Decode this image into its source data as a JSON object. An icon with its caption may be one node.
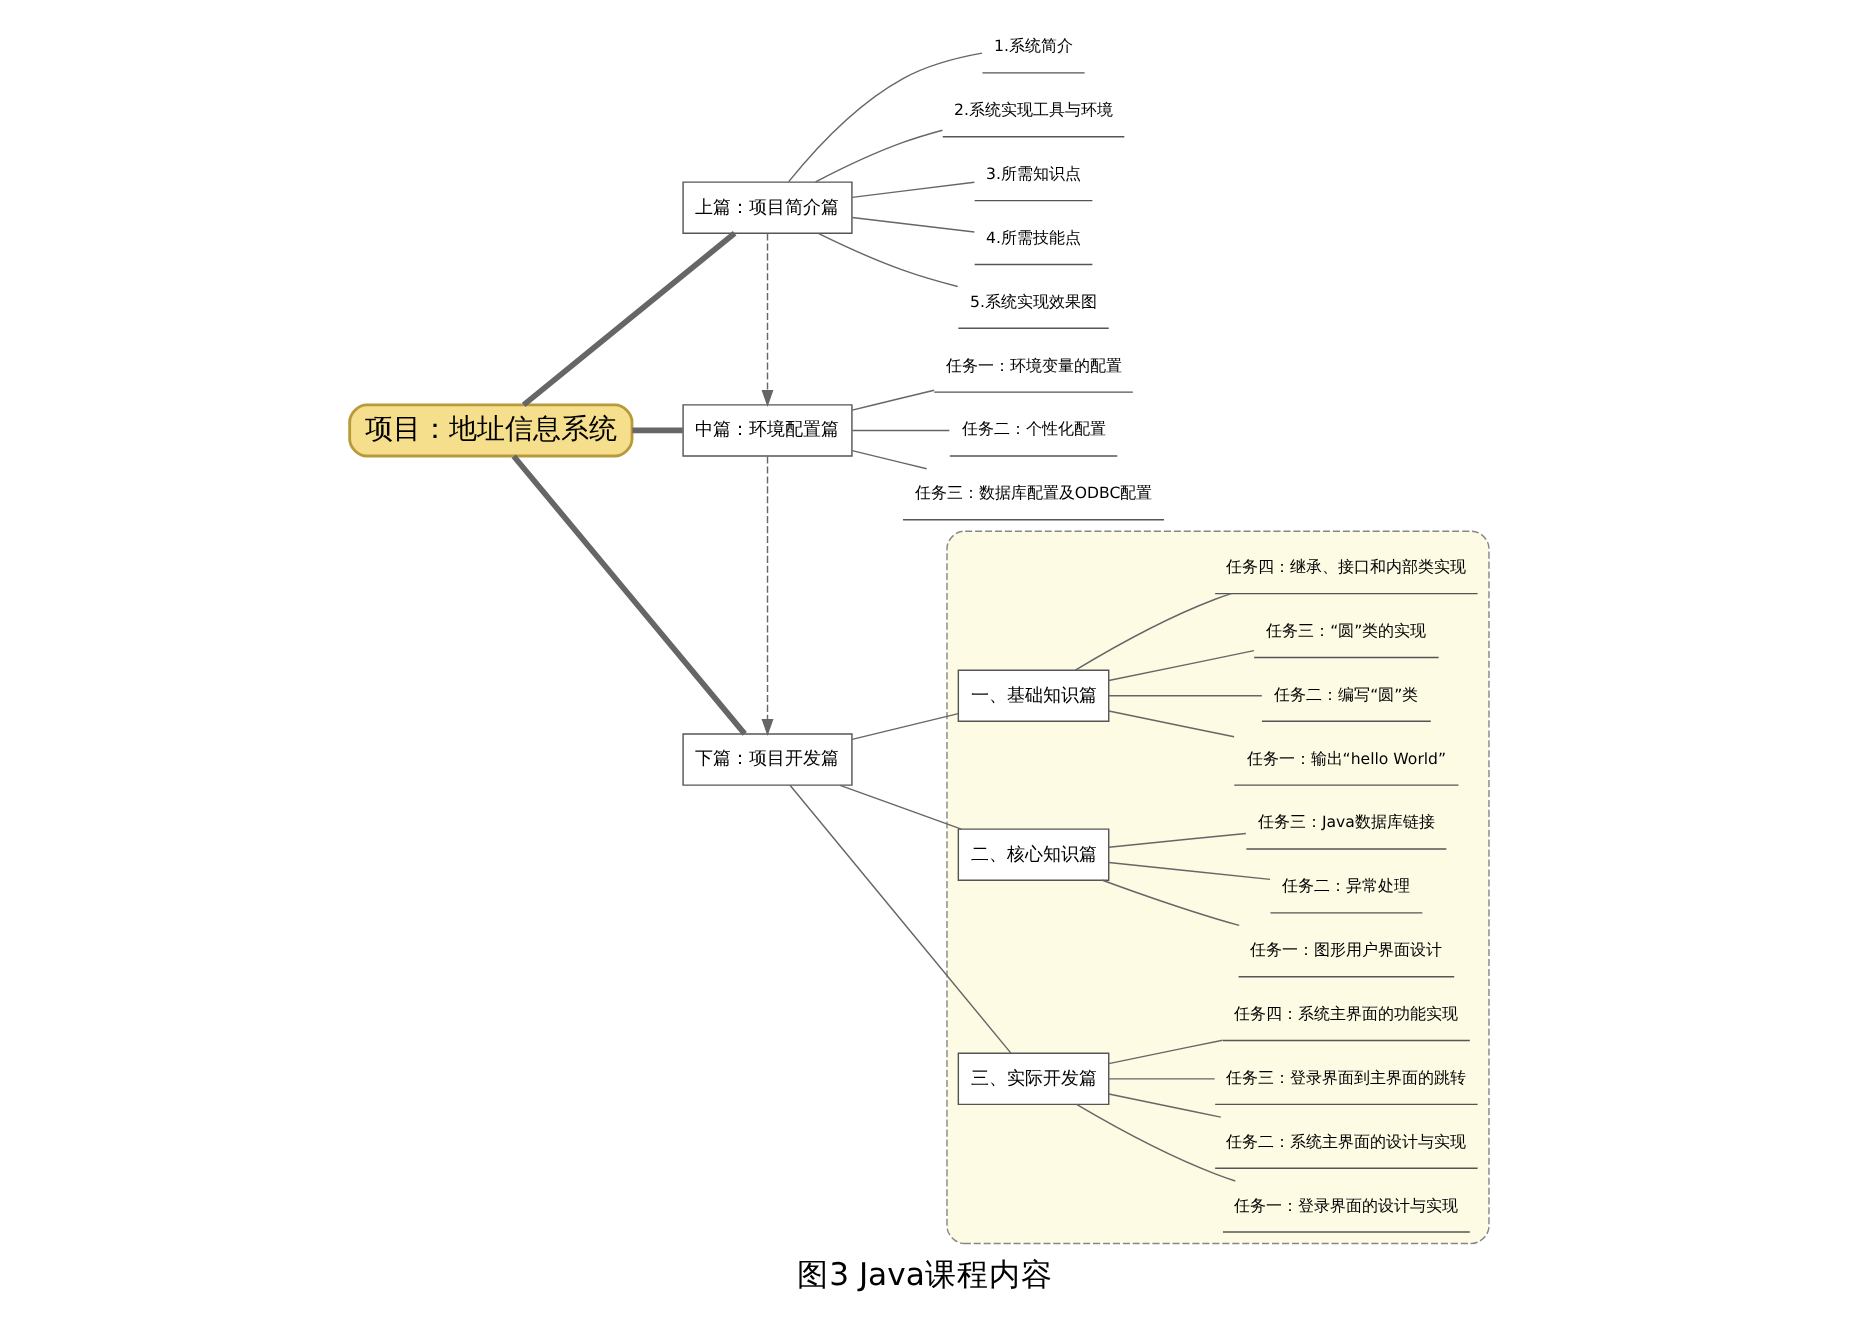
{
  "diagram": {
    "caption": "图3 Java课程内容",
    "nodes": [
      {
        "text": [
          "项目：地址信息系统"
        ]
      },
      {
        "text": [
          "上篇：项目简介篇"
        ]
      },
      {
        "text": [
          "1.系统简介"
        ]
      },
      {
        "text": [
          "2.系统实现工具与环境"
        ]
      },
      {
        "text": [
          "3.所需知识点"
        ]
      },
      {
        "text": [
          "4.所需技能点"
        ]
      },
      {
        "text": [
          "5.系统实现效果图"
        ]
      },
      {
        "text": [
          "中篇：环境配置篇"
        ]
      },
      {
        "text": [
          "任务一：环境变量的配置"
        ]
      },
      {
        "text": [
          "任务二：个性化配置"
        ]
      },
      {
        "text": [
          "任务三：数据库配置及ODBC配置"
        ]
      },
      {
        "text": [
          "下篇：项目开发篇"
        ]
      },
      {
        "text": [],
        "shape": "cloud"
      },
      {
        "text": [
          "一、基础知识篇"
        ],
        "in": 12
      },
      {
        "text": [
          "任务一：输出“hello World”"
        ],
        "in": 12
      },
      {
        "text": [
          "任务二：编写“圆”类"
        ],
        "in": 12
      },
      {
        "text": [
          "任务三：“圆”类的实现"
        ],
        "in": 12
      },
      {
        "text": [
          "任务四：继承、接口和内部类实现"
        ],
        "in": 12
      },
      {
        "text": [
          "二、核心知识篇"
        ],
        "in": 12
      },
      {
        "text": [
          "任务一：图形用户界面设计"
        ],
        "in": 12
      },
      {
        "text": [
          "任务二：异常处理"
        ],
        "in": 12
      },
      {
        "text": [
          "任务三：Java数据库链接"
        ],
        "in": 12
      },
      {
        "text": [
          "三、实际开发篇"
        ],
        "in": 12
      },
      {
        "text": [
          "任务一：登录界面的设计与实现"
        ],
        "in": 12
      },
      {
        "text": [
          "任务二：系统主界面的设计与实现"
        ],
        "in": 12
      },
      {
        "text": [
          "任务三：登录界面到主界面的跳转"
        ],
        "in": 12
      },
      {
        "text": [
          "任务四：系统主界面的功能实现"
        ],
        "in": 12
      }
    ],
    "edges": [
      {
        "from": 0,
        "to": 1,
        "arrow": "none",
        "style": "thick"
      },
      {
        "from": 0,
        "to": 7,
        "arrow": "none",
        "style": "thick"
      },
      {
        "from": 0,
        "to": 11,
        "arrow": "none",
        "style": "thick"
      },
      {
        "from": 1,
        "to": 2,
        "arrow": "none"
      },
      {
        "from": 1,
        "to": 3,
        "arrow": "none"
      },
      {
        "from": 1,
        "to": 4,
        "arrow": "none"
      },
      {
        "from": 1,
        "to": 5,
        "arrow": "none"
      },
      {
        "from": 1,
        "to": 6,
        "arrow": "none"
      },
      {
        "from": 1,
        "to": 7,
        "arrow": "to",
        "style": "dashed"
      },
      {
        "from": 7,
        "to": 8,
        "arrow": "none"
      },
      {
        "from": 7,
        "to": 9,
        "arrow": "none"
      },
      {
        "from": 7,
        "to": 10,
        "arrow": "none"
      },
      {
        "from": 7,
        "to": 11,
        "arrow": "to",
        "style": "dashed"
      },
      {
        "from": 11,
        "to": 13,
        "arrow": "none"
      },
      {
        "from": 11,
        "to": 18,
        "arrow": "none"
      },
      {
        "from": 11,
        "to": 22,
        "arrow": "none"
      },
      {
        "from": 13,
        "to": 14,
        "arrow": "none"
      },
      {
        "from": 13,
        "to": 15,
        "arrow": "none"
      },
      {
        "from": 13,
        "to": 16,
        "arrow": "none"
      },
      {
        "from": 13,
        "to": 17,
        "arrow": "none"
      },
      {
        "from": 18,
        "to": 19,
        "arrow": "none"
      },
      {
        "from": 18,
        "to": 20,
        "arrow": "none"
      },
      {
        "from": 18,
        "to": 21,
        "arrow": "none"
      },
      {
        "from": 22,
        "to": 23,
        "arrow": "none"
      },
      {
        "from": 22,
        "to": 24,
        "arrow": "none"
      },
      {
        "from": 22,
        "to": 25,
        "arrow": "none"
      },
      {
        "from": 22,
        "to": 26,
        "arrow": "none"
      }
    ]
  }
}
